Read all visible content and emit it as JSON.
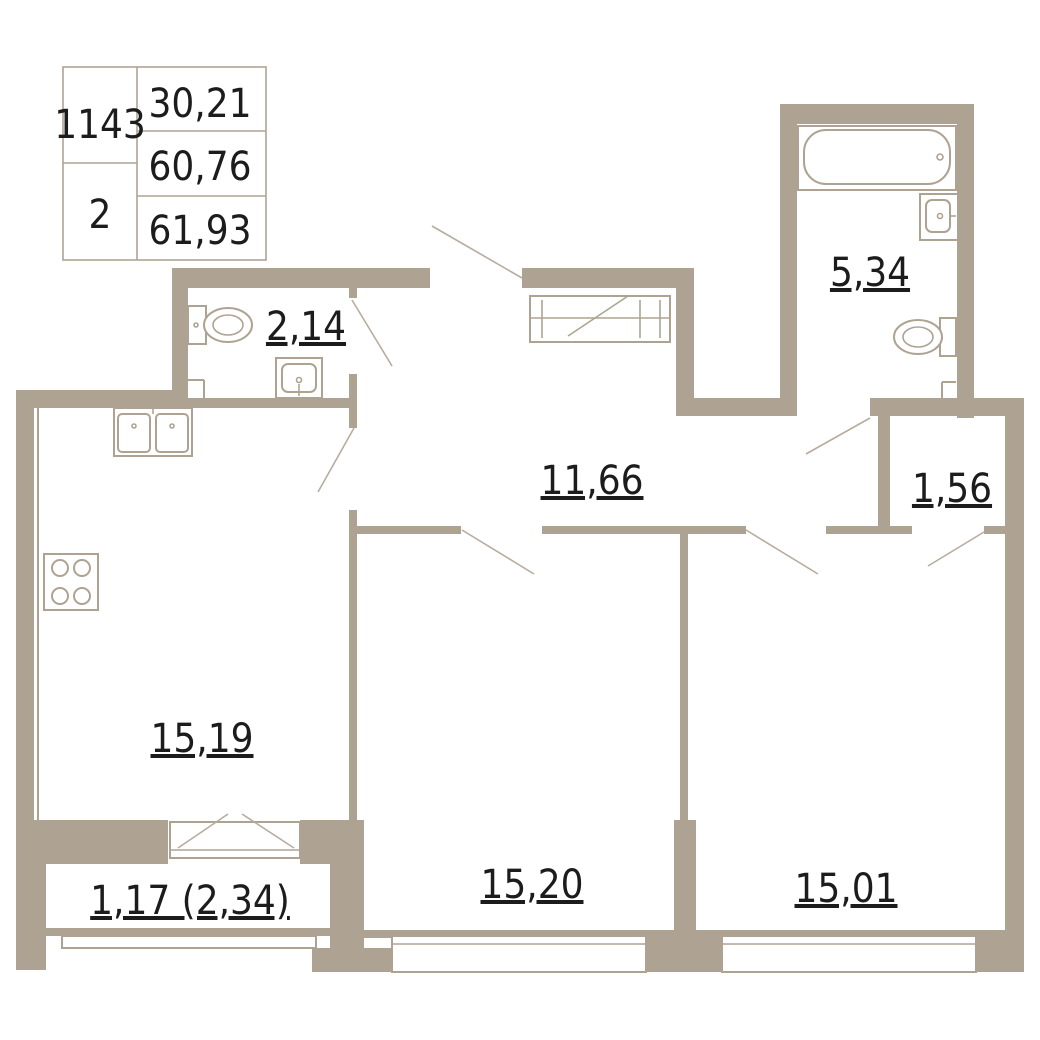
{
  "info": {
    "apartment_number": "1143",
    "rooms": "2",
    "living_area": "30,21",
    "total_area": "60,76",
    "total_area_with_balcony": "61,93"
  },
  "rooms": {
    "bathroom_small": "2,14",
    "bathroom_large": "5,34",
    "hallway": "11,66",
    "storage": "1,56",
    "kitchen": "15,19",
    "balcony": "1,17 (2,34)",
    "bedroom_middle": "15,20",
    "bedroom_right": "15,01"
  },
  "colors": {
    "wall": "#aea393",
    "text": "#1c1c1c"
  },
  "icons": [
    "toilet-icon",
    "sink-icon",
    "bathtub-icon",
    "kitchen-sink-icon",
    "stove-icon",
    "wardrobe-icon"
  ]
}
